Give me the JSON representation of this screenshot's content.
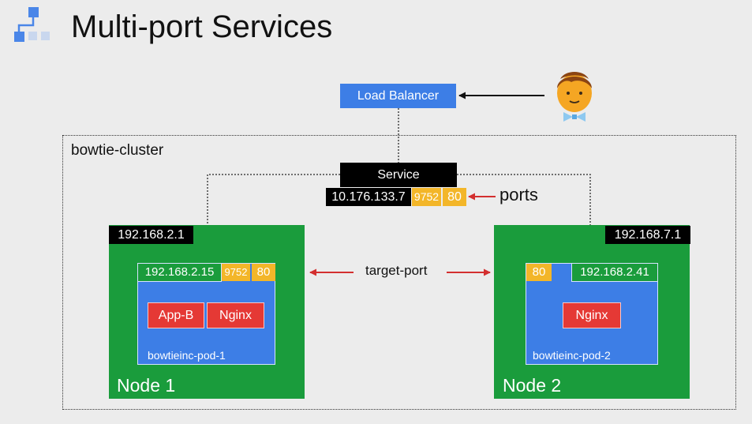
{
  "title": "Multi-port Services",
  "icons": {
    "logo": "network-diagram-icon",
    "user": "user-avatar-icon"
  },
  "colors": {
    "node": "#1a9c3c",
    "pod": "#3d7ee6",
    "port": "#f3b629",
    "container": "#e53935",
    "arrow": "#d32f2f"
  },
  "load_balancer": {
    "label": "Load Balancer"
  },
  "cluster": {
    "label": "bowtie-cluster"
  },
  "service": {
    "label": "Service",
    "ip": "10.176.133.7",
    "port": "9752",
    "target_port": "80"
  },
  "annotations": {
    "ports": "ports",
    "target_port": "target-port"
  },
  "nodes": [
    {
      "name": "Node 1",
      "ip": "192.168.2.1",
      "pod": {
        "name": "bowtieinc-pod-1",
        "ip": "192.168.2.15",
        "ports": [
          "9752",
          "80"
        ],
        "containers": [
          "App-B",
          "Nginx"
        ]
      }
    },
    {
      "name": "Node 2",
      "ip": "192.168.7.1",
      "pod": {
        "name": "bowtieinc-pod-2",
        "ip": "192.168.2.41",
        "ports": [
          "80"
        ],
        "containers": [
          "Nginx"
        ]
      }
    }
  ]
}
